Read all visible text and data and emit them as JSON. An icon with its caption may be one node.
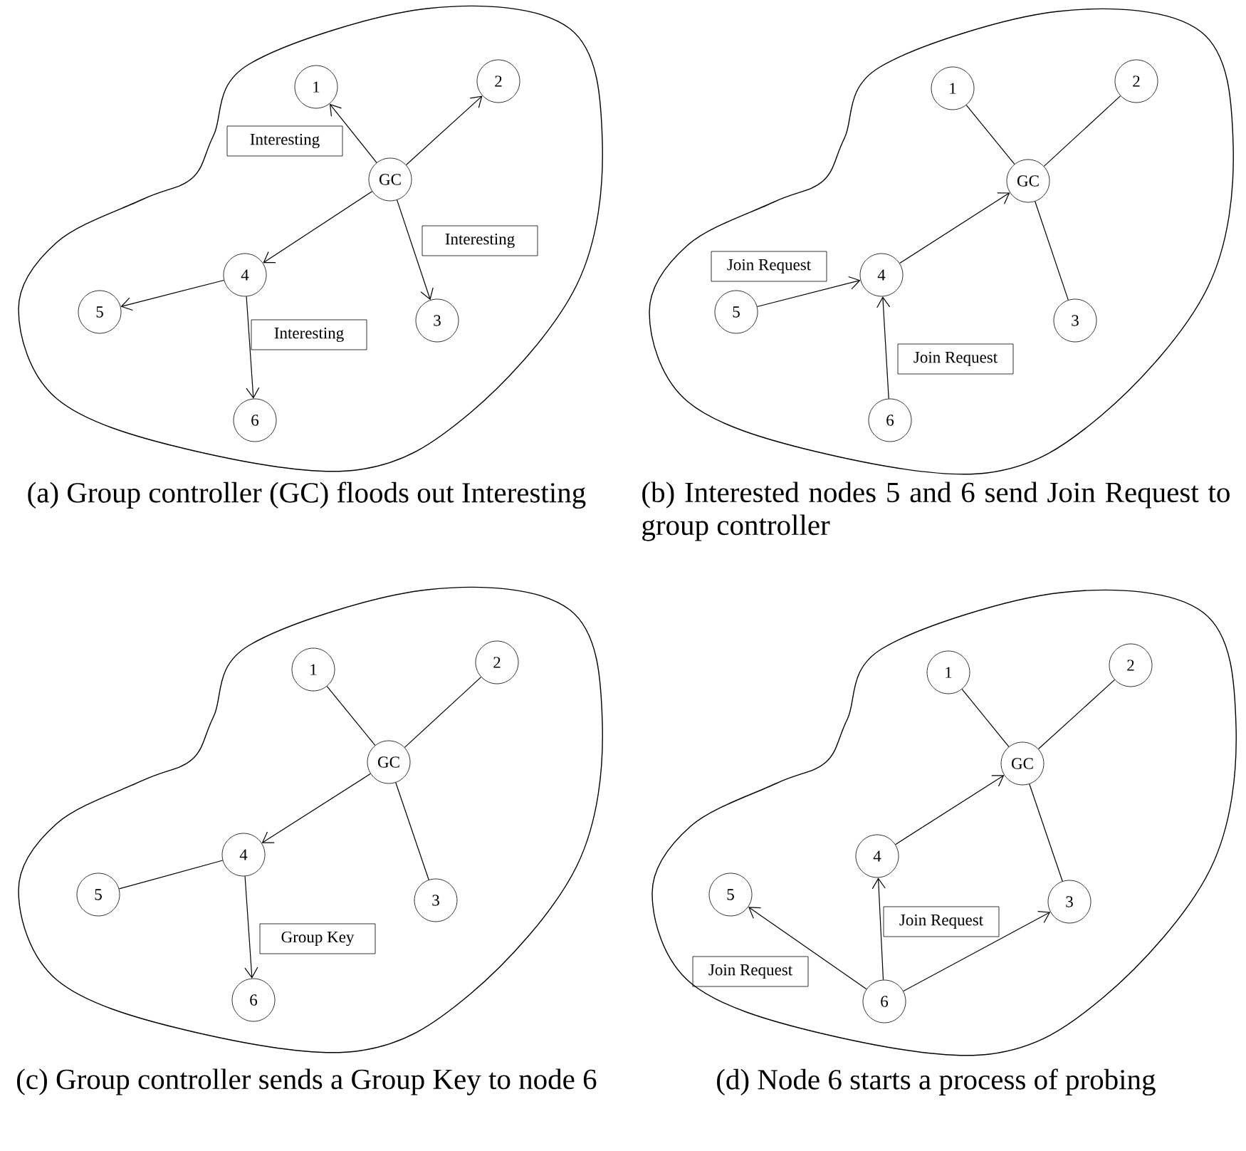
{
  "diagram": {
    "nodes": [
      {
        "text": [],
        "shape": "cloud"
      },
      {
        "text": [
          "1"
        ],
        "in": 0
      },
      {
        "text": [
          "2"
        ],
        "in": 0
      },
      {
        "text": [
          "Interesting"
        ],
        "in": 0
      },
      {
        "text": [
          "GC"
        ],
        "in": 0
      },
      {
        "text": [
          "Interesting"
        ],
        "in": 0
      },
      {
        "text": [
          "4"
        ],
        "in": 0
      },
      {
        "text": [
          "5"
        ],
        "in": 0
      },
      {
        "text": [
          "3"
        ],
        "in": 0
      },
      {
        "text": [
          "Interesting"
        ],
        "in": 0
      },
      {
        "text": [
          "6"
        ],
        "in": 0
      },
      {
        "text": [],
        "shape": "cloud"
      },
      {
        "text": [
          "1"
        ],
        "in": 11
      },
      {
        "text": [
          "2"
        ],
        "in": 11
      },
      {
        "text": [
          "GC"
        ],
        "in": 11
      },
      {
        "text": [
          "Join Request"
        ],
        "in": 11
      },
      {
        "text": [
          "4"
        ],
        "in": 11
      },
      {
        "text": [
          "5"
        ],
        "in": 11
      },
      {
        "text": [
          "3"
        ],
        "in": 11
      },
      {
        "text": [
          "Join Request"
        ],
        "in": 11
      },
      {
        "text": [
          "6"
        ],
        "in": 11
      },
      {
        "text": [],
        "shape": "cloud"
      },
      {
        "text": [
          "1"
        ],
        "in": 21
      },
      {
        "text": [
          "2"
        ],
        "in": 21
      },
      {
        "text": [
          "GC"
        ],
        "in": 21
      },
      {
        "text": [
          "4"
        ],
        "in": 21
      },
      {
        "text": [
          "5"
        ],
        "in": 21
      },
      {
        "text": [
          "3"
        ],
        "in": 21
      },
      {
        "text": [
          "Group Key"
        ],
        "in": 21
      },
      {
        "text": [
          "6"
        ],
        "in": 21
      },
      {
        "text": [],
        "shape": "cloud"
      },
      {
        "text": [
          "1"
        ],
        "in": 30
      },
      {
        "text": [
          "2"
        ],
        "in": 30
      },
      {
        "text": [
          "GC"
        ],
        "in": 30
      },
      {
        "text": [
          "4"
        ],
        "in": 30
      },
      {
        "text": [
          "5"
        ],
        "in": 30
      },
      {
        "text": [
          "3"
        ],
        "in": 30
      },
      {
        "text": [
          "Join Request"
        ],
        "in": 30
      },
      {
        "text": [
          "Join Request"
        ],
        "in": 30
      },
      {
        "text": [
          "6"
        ],
        "in": 30
      }
    ],
    "edges": [
      {
        "from": 4,
        "to": 1,
        "arrow": "to"
      },
      {
        "from": 4,
        "to": 2,
        "arrow": "to"
      },
      {
        "from": 4,
        "to": 6,
        "arrow": "to"
      },
      {
        "from": 4,
        "to": 8,
        "arrow": "to"
      },
      {
        "from": 6,
        "to": 7,
        "arrow": "to"
      },
      {
        "from": 6,
        "to": 10,
        "arrow": "to"
      },
      {
        "from": 12,
        "to": 14,
        "arrow": "none"
      },
      {
        "from": 13,
        "to": 14,
        "arrow": "none"
      },
      {
        "from": 16,
        "to": 14,
        "arrow": "to"
      },
      {
        "from": 14,
        "to": 18,
        "arrow": "none"
      },
      {
        "from": 17,
        "to": 16,
        "arrow": "to"
      },
      {
        "from": 20,
        "to": 16,
        "arrow": "to"
      },
      {
        "from": 22,
        "to": 24,
        "arrow": "none"
      },
      {
        "from": 23,
        "to": 24,
        "arrow": "none"
      },
      {
        "from": 24,
        "to": 25,
        "arrow": "to"
      },
      {
        "from": 24,
        "to": 27,
        "arrow": "none"
      },
      {
        "from": 25,
        "to": 26,
        "arrow": "none"
      },
      {
        "from": 25,
        "to": 29,
        "arrow": "to"
      },
      {
        "from": 31,
        "to": 33,
        "arrow": "none"
      },
      {
        "from": 32,
        "to": 33,
        "arrow": "none"
      },
      {
        "from": 34,
        "to": 33,
        "arrow": "to"
      },
      {
        "from": 33,
        "to": 36,
        "arrow": "none"
      },
      {
        "from": 39,
        "to": 35,
        "arrow": "to"
      },
      {
        "from": 39,
        "to": 34,
        "arrow": "to"
      },
      {
        "from": 39,
        "to": 36,
        "arrow": "to"
      }
    ],
    "labels": [
      "(a) Group controller (GC) floods out Interesting",
      "(b) Interested nodes 5 and 6 send Join Request to group controller",
      "(c) Group controller sends a Group Key to node 6",
      "(d) Node 6 starts a process of probing"
    ]
  }
}
